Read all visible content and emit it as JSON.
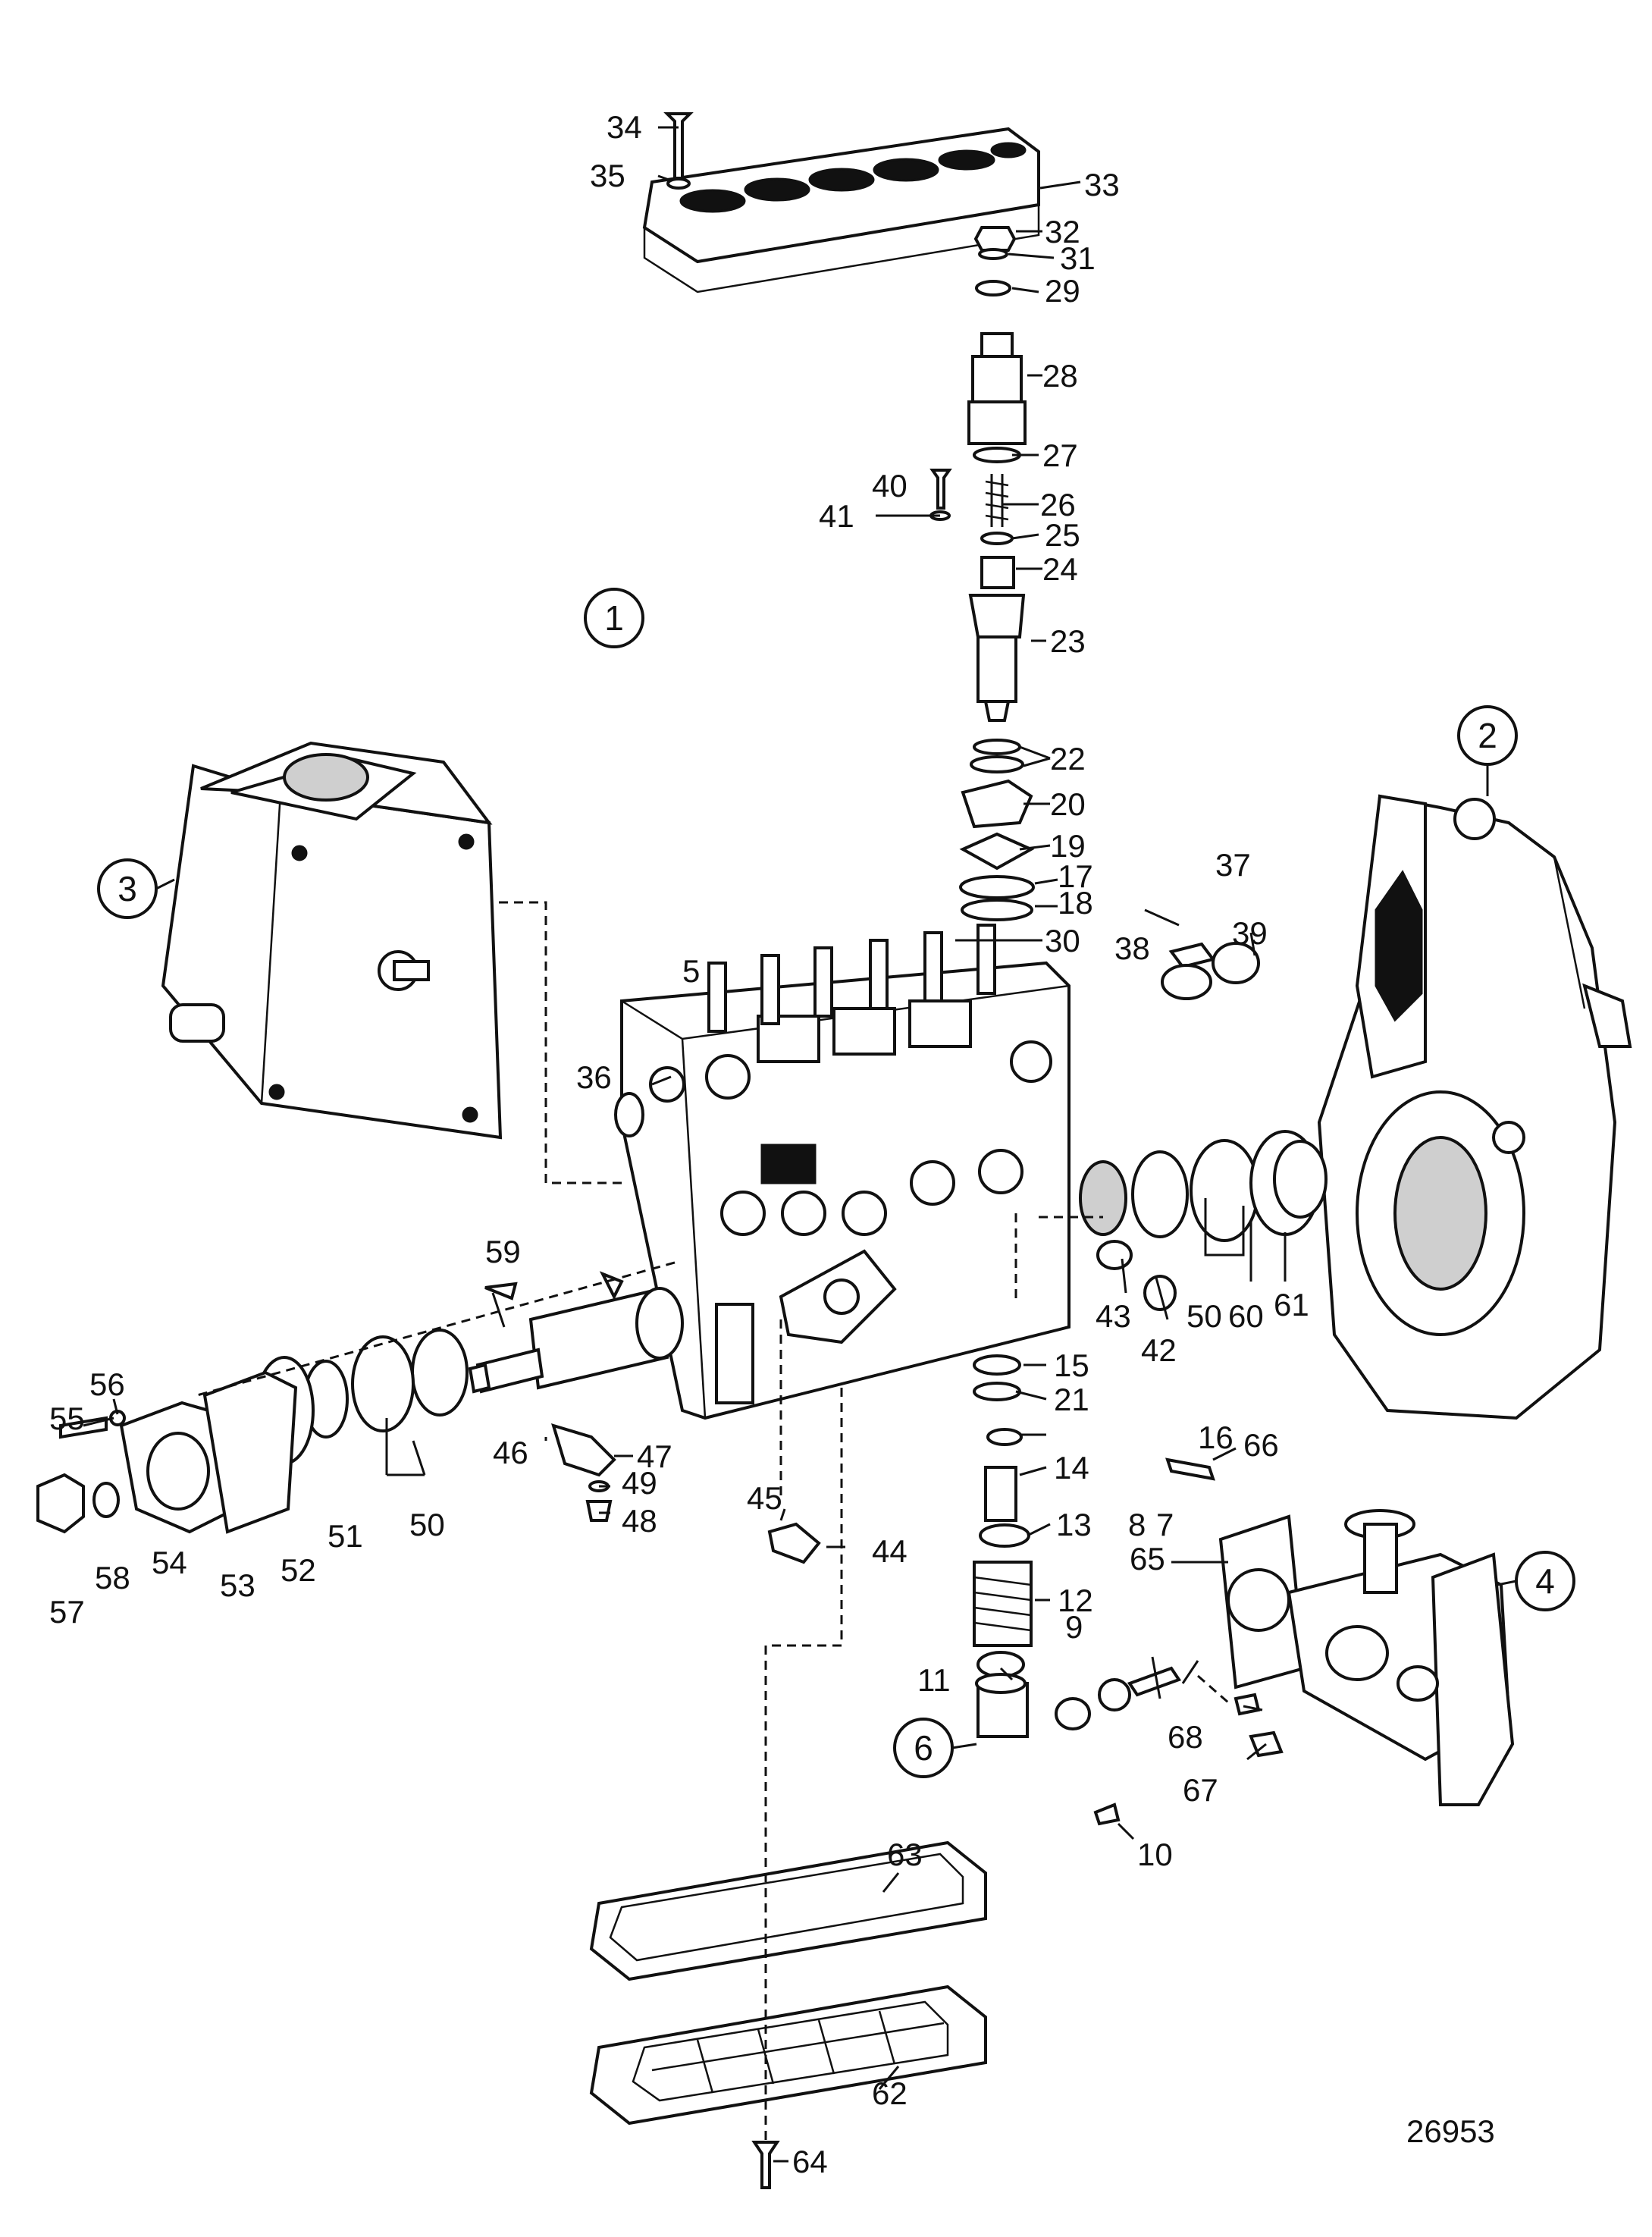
{
  "reference_number": "26953",
  "assembly_callouts": [
    {
      "id": "a1",
      "label": "1"
    },
    {
      "id": "a2",
      "label": "2"
    },
    {
      "id": "a3",
      "label": "3"
    },
    {
      "id": "a4",
      "label": "4"
    },
    {
      "id": "a6",
      "label": "6"
    }
  ],
  "part_labels": [
    "5",
    "7",
    "8",
    "9",
    "10",
    "11",
    "12",
    "13",
    "14",
    "15",
    "16",
    "17",
    "18",
    "19",
    "20",
    "21",
    "22",
    "23",
    "24",
    "25",
    "26",
    "27",
    "28",
    "29",
    "30",
    "31",
    "32",
    "33",
    "34",
    "35",
    "36",
    "37",
    "38",
    "39",
    "40",
    "41",
    "42",
    "43",
    "44",
    "45",
    "46",
    "47",
    "48",
    "49",
    "50",
    "50",
    "51",
    "52",
    "53",
    "54",
    "55",
    "56",
    "57",
    "58",
    "59",
    "60",
    "61",
    "62",
    "63",
    "64",
    "65",
    "66",
    "67",
    "68"
  ]
}
